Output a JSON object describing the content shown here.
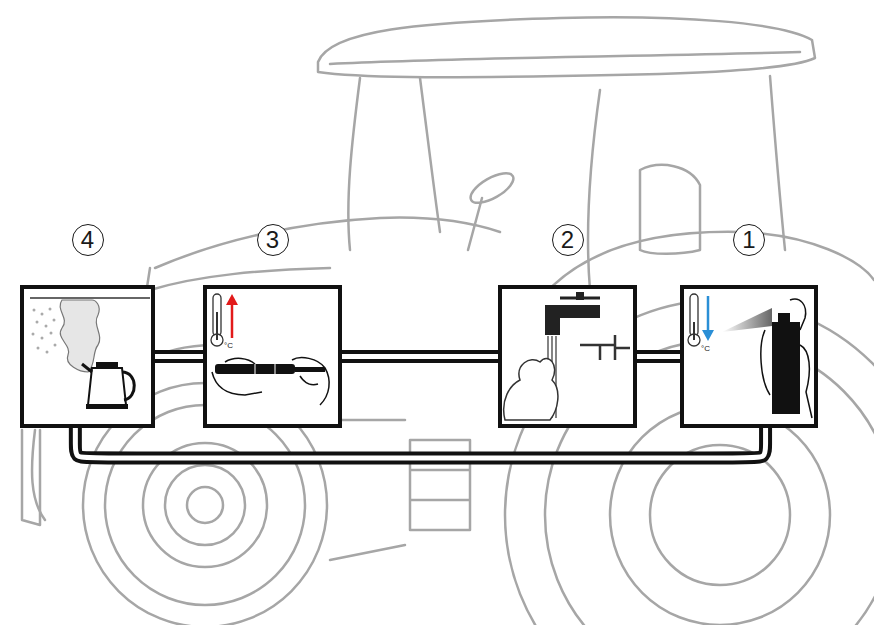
{
  "diagram": {
    "nodes": [
      {
        "text": [
          "4"
        ]
      },
      {
        "text": [
          "3"
        ]
      },
      {
        "text": [
          "2"
        ]
      },
      {
        "text": [
          "1"
        ]
      }
    ],
    "edges": [
      {
        "from": 0,
        "to": 1,
        "arrow": "none"
      },
      {
        "from": 1,
        "to": 2,
        "arrow": "none"
      },
      {
        "from": 2,
        "to": 3,
        "arrow": "none"
      },
      {
        "from": 3,
        "to": 0,
        "arrow": "none"
      }
    ],
    "labels": [
      "°C",
      "°C"
    ]
  }
}
